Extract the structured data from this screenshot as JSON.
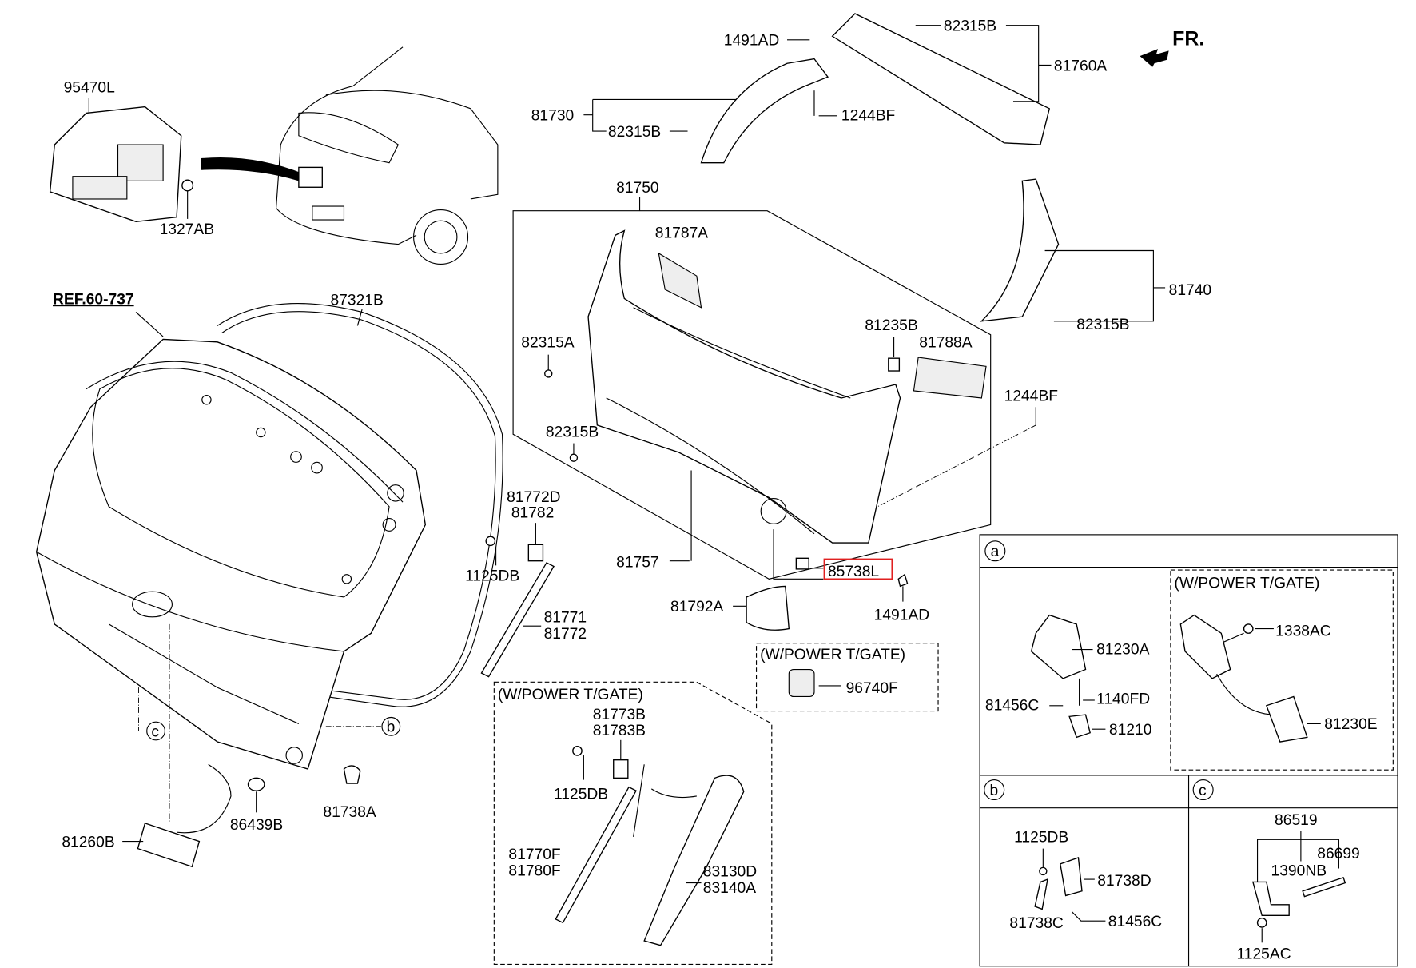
{
  "diagram": {
    "direction_marker": "FR.",
    "reference": "REF.60-737",
    "highlight_color": "#e02020",
    "highlighted_part": "85738L",
    "main_labels": {
      "l95470L": "95470L",
      "l1327AB": "1327AB",
      "l87321B": "87321B",
      "l81730": "81730",
      "l82315B_a": "82315B",
      "l1491AD_a": "1491AD",
      "l1244BF_a": "1244BF",
      "l82315B_b": "82315B",
      "l81760A": "81760A",
      "l81750": "81750",
      "l81787A": "81787A",
      "l82315A": "82315A",
      "l82315B_c": "82315B",
      "l81235B": "81235B",
      "l81788A": "81788A",
      "l1244BF_b": "1244BF",
      "l81740": "81740",
      "l82315B_d": "82315B",
      "l81772D": "81772D",
      "l81782": "81782",
      "l1125DB_a": "1125DB",
      "l81757": "81757",
      "l85738L": "85738L",
      "l81792A": "81792A",
      "l1491AD_b": "1491AD",
      "l81771": "81771",
      "l81772": "81772",
      "l81738A": "81738A",
      "l86439B": "86439B",
      "l81260B": "81260B"
    },
    "callouts": {
      "a": "a",
      "b": "b",
      "c": "c"
    },
    "power_box_1": {
      "title": "(W/POWER T/GATE)",
      "part": "96740F"
    },
    "power_box_2": {
      "title": "(W/POWER T/GATE)",
      "l81773B": "81773B",
      "l81783B": "81783B",
      "l1125DB": "1125DB",
      "l81770F": "81770F",
      "l81780F": "81780F",
      "l83130D": "83130D",
      "l83140A": "83140A"
    },
    "panel_a": {
      "title": "a",
      "power_title": "(W/POWER T/GATE)",
      "l81230A": "81230A",
      "l1338AC": "1338AC",
      "l1140FD": "1140FD",
      "l81456C": "81456C",
      "l81210": "81210",
      "l81230E": "81230E"
    },
    "panel_b": {
      "title": "b",
      "l1125DB": "1125DB",
      "l81738D": "81738D",
      "l81738C": "81738C",
      "l81456C": "81456C"
    },
    "panel_c": {
      "title": "c",
      "l86519": "86519",
      "l86699": "86699",
      "l1390NB": "1390NB",
      "l1125AC": "1125AC"
    }
  }
}
